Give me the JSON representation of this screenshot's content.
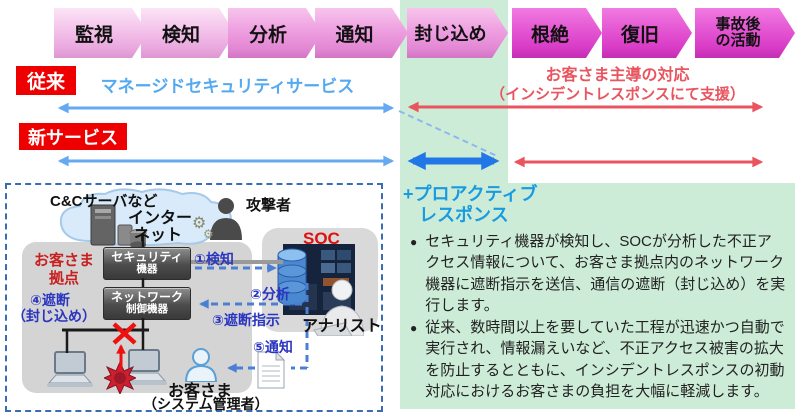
{
  "colors": {
    "green_bg": "#cdecd7",
    "label_red": "#ee0000",
    "service_blue": "#55a9f0",
    "customer_red": "#e8555f",
    "proactive_blue": "#189be0",
    "step_blue": "#2a35c0",
    "soc_red": "#e01010",
    "site_red": "#c82020",
    "arrow_blue": "#66a9f0",
    "arrow_thick_blue": "#2176e8",
    "arrow_red": "#e8555f"
  },
  "process": {
    "steps": [
      {
        "label": "監視"
      },
      {
        "label": "検知"
      },
      {
        "label": "分析"
      },
      {
        "label": "通知"
      },
      {
        "label": "封じ込め"
      },
      {
        "label": "根絶"
      },
      {
        "label": "復旧"
      },
      {
        "label": "事故後",
        "label2": "の活動"
      }
    ]
  },
  "comparison": {
    "legacy_label": "従来",
    "legacy_service": "マネージドセキュリティサービス",
    "new_label": "新サービス",
    "customer_led_line1": "お客さま主導の対応",
    "customer_led_line2": "（インシデントレスポンスにて支援）"
  },
  "network_diagram": {
    "cc_server": "C&Cサーバなど",
    "internet_line1": "インター",
    "internet_line2": "ネット",
    "attacker": "攻撃者",
    "site_line1": "お客さま",
    "site_line2": "拠点",
    "security_device_line1": "セキュリティ",
    "security_device_line2": "機器",
    "network_device_line1": "ネットワーク",
    "network_device_line2": "制御機器",
    "soc": "SOC",
    "analyst": "アナリスト",
    "steps": {
      "detect": "①検知",
      "analyze": "②分析",
      "block_order": "③遮断指示",
      "block_line1": "④遮断",
      "block_line2": "（封じ込め）",
      "notify": "⑤通知"
    },
    "customer_line1": "お客さま",
    "customer_line2": "（システム管理者）"
  },
  "proactive_panel": {
    "title_line1": "+プロアクティブ",
    "title_line2": "レスポンス",
    "bullet_glyph": "●",
    "bullets": [
      {
        "text": "セキュリティ機器が検知し、SOCが分析した不正アクセス情報について、お客さま拠点内のネットワーク機器に遮断指示を送信、通信の遮断（封じ込め）を実行します。"
      },
      {
        "text": "従来、数時間以上を要していた工程が迅速かつ自動で実行され、情報漏えいなど、不正アクセス被害の拡大を防止するとともに、インシデントレスポンスの初動対応におけるお客さまの負担を大幅に軽減します。"
      }
    ]
  }
}
